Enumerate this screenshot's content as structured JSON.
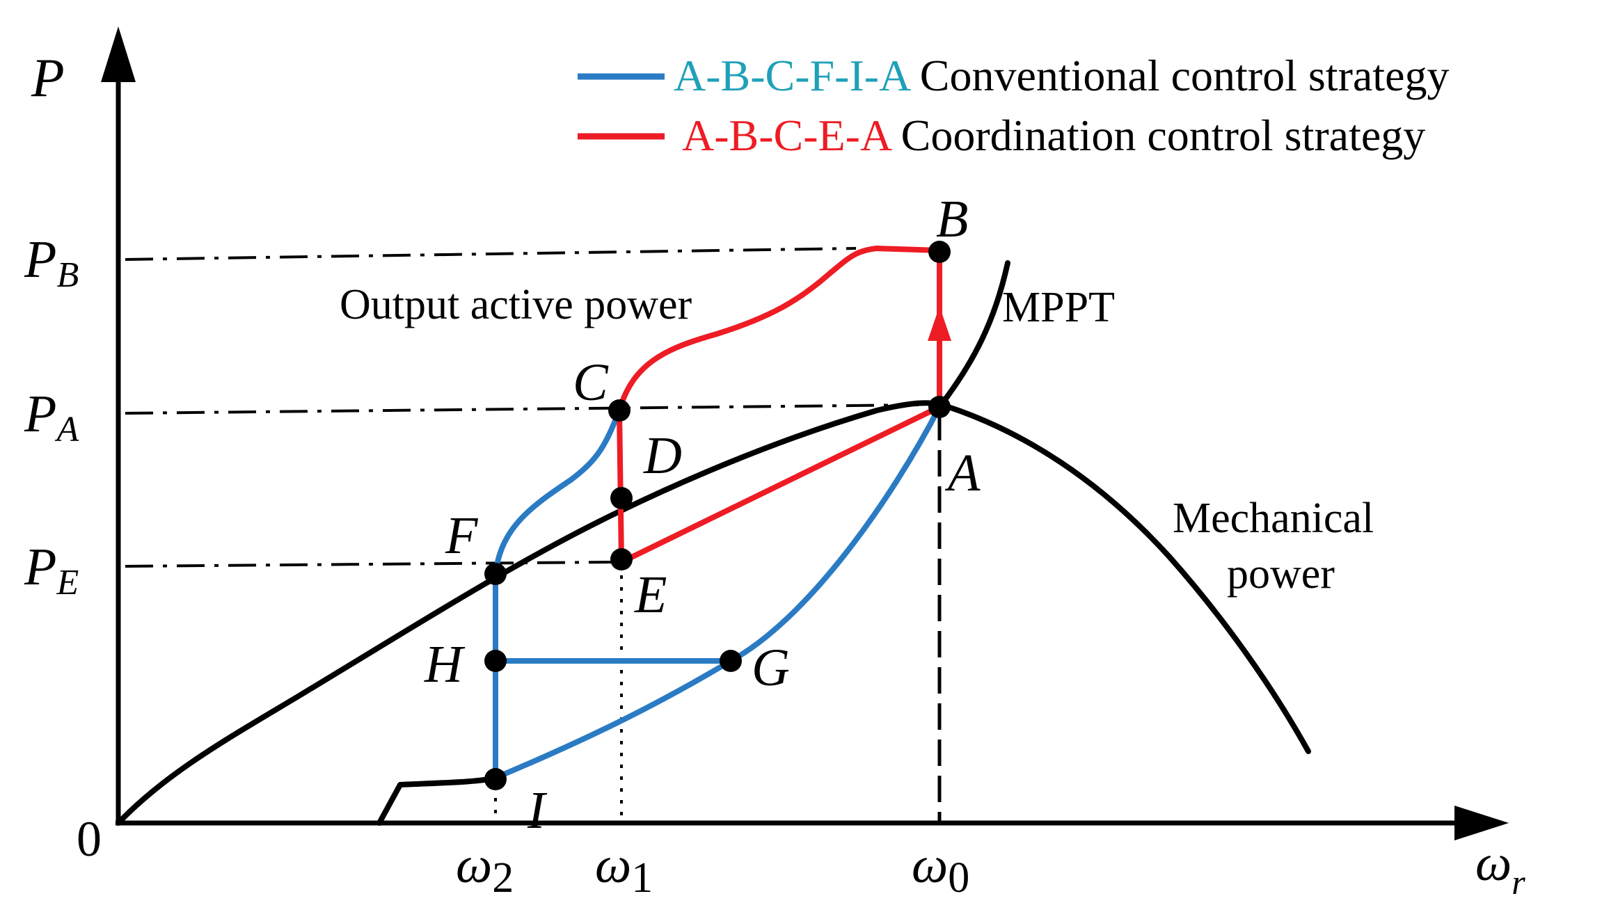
{
  "axes": {
    "y_label": "P",
    "x_label_base": "ω",
    "x_label_sub": "r",
    "origin_label": "0"
  },
  "y_ticks": [
    {
      "id": "pb",
      "base": "P",
      "sub": "B"
    },
    {
      "id": "pa",
      "base": "P",
      "sub": "A"
    },
    {
      "id": "pe",
      "base": "P",
      "sub": "E"
    }
  ],
  "x_ticks": [
    {
      "id": "w2",
      "base": "ω",
      "sub": "2"
    },
    {
      "id": "w1",
      "base": "ω",
      "sub": "1"
    },
    {
      "id": "w0",
      "base": "ω",
      "sub": "0"
    }
  ],
  "legend": [
    {
      "path": "A-B-C-F-I-A",
      "desc": "Conventional control strategy",
      "line_color": "#2a7bc4",
      "path_color": "#1fa0b8"
    },
    {
      "path": "A-B-C-E-A",
      "desc": "Coordination control strategy",
      "line_color": "#ee1c24",
      "path_color": "#ee1c24"
    }
  ],
  "annotations": {
    "output_power": "Output active power",
    "mppt": "MPPT",
    "mechanical_line1": "Mechanical",
    "mechanical_line2": "power"
  },
  "points": {
    "A": "A",
    "B": "B",
    "C": "C",
    "D": "D",
    "E": "E",
    "F": "F",
    "G": "G",
    "H": "H",
    "I": "I"
  },
  "colors": {
    "axis": "#000000",
    "conventional": "#2a7bc4",
    "coordination": "#ee1c24",
    "curve": "#000000"
  }
}
